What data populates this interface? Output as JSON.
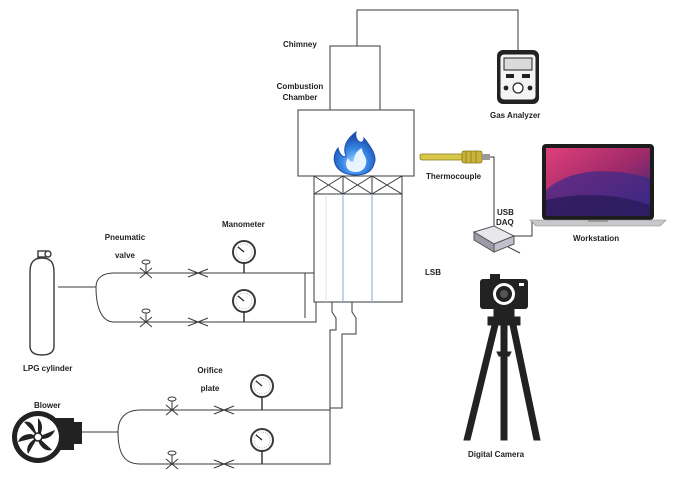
{
  "labels": {
    "chimney": "Chimney",
    "combustion_1": "Combustion",
    "combustion_2": "Chamber",
    "gas_analyzer": "Gas Analyzer",
    "thermocouple": "Thermocouple",
    "usb": "USB",
    "daq": "DAQ",
    "workstation": "Workstation",
    "manometer": "Manometer",
    "pneumatic_1": "Pneumatic",
    "pneumatic_2": "valve",
    "lsb": "LSB",
    "lpg": "LPG cylinder",
    "orifice_1": "Orifice",
    "orifice_2": "plate",
    "blower": "Blower",
    "camera": "Digital Camera"
  },
  "colors": {
    "line": "#3a3a3a",
    "flame_outer": "#1e63c8",
    "flame_inner": "#5fb4ff",
    "thermocouple": "#c8b43a",
    "screen_top": "#c42a5a",
    "screen_bottom": "#3a2a8a",
    "lsb_inner": "#8aa8cc"
  }
}
